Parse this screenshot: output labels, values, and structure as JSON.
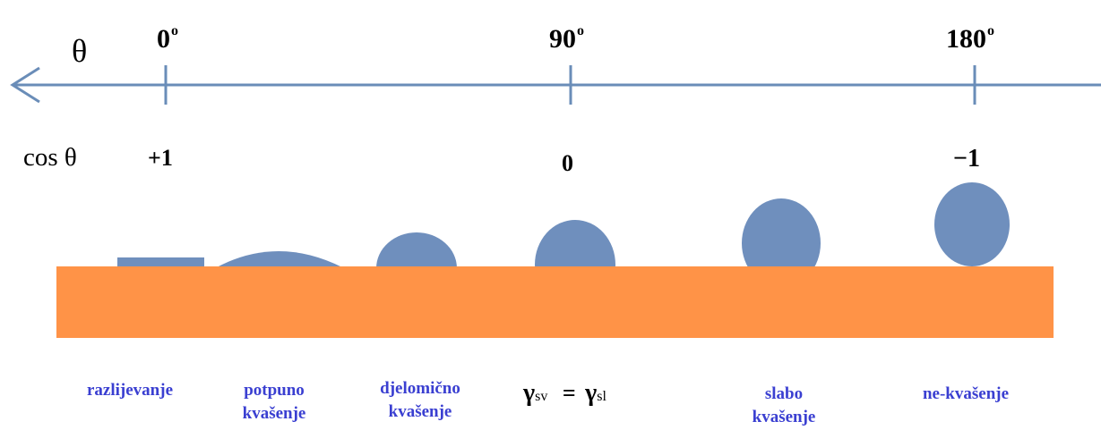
{
  "axis": {
    "theta_symbol": "θ",
    "cos_label": "cos θ",
    "angles": [
      "0",
      "90",
      "180"
    ],
    "degree_mark": "o",
    "cos_values": [
      "+1",
      "0",
      "−1"
    ]
  },
  "regimes": [
    {
      "lines": [
        "razlijevanje"
      ]
    },
    {
      "lines": [
        "potpuno",
        "kvašenje"
      ]
    },
    {
      "lines": [
        "djelomično",
        "kvašenje"
      ]
    },
    {
      "lines": [
        "slabo",
        "kvašenje"
      ]
    },
    {
      "lines": [
        "ne-kvašenje"
      ]
    }
  ],
  "equation": {
    "gamma": "γ",
    "sub_sv": "sv",
    "equals": "=",
    "sub_sl": "sl"
  },
  "colors": {
    "axis": "#6a8db8",
    "drop": "#6f8fbd",
    "substrate": "#ff9347",
    "label_blue": "#3a3fd1"
  }
}
